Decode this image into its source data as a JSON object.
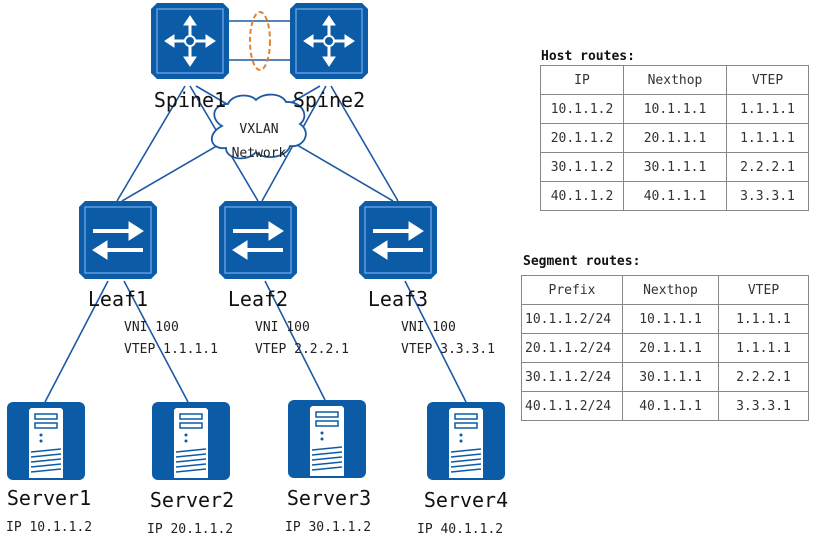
{
  "spines": [
    {
      "name": "Spine1"
    },
    {
      "name": "Spine2"
    }
  ],
  "network": {
    "line1": "VXLAN",
    "line2": "Network"
  },
  "leaves": [
    {
      "name": "Leaf1",
      "vni": "VNI 100",
      "vtep": "VTEP 1.1.1.1"
    },
    {
      "name": "Leaf2",
      "vni": "VNI 100",
      "vtep": "VTEP 2.2.2.1"
    },
    {
      "name": "Leaf3",
      "vni": "VNI 100",
      "vtep": "VTEP 3.3.3.1"
    }
  ],
  "servers": [
    {
      "name": "Server1",
      "ip": "IP 10.1.1.2"
    },
    {
      "name": "Server2",
      "ip": "IP 20.1.1.2"
    },
    {
      "name": "Server3",
      "ip": "IP 30.1.1.2"
    },
    {
      "name": "Server4",
      "ip": "IP 40.1.1.2"
    }
  ],
  "host_routes": {
    "title": "Host routes:",
    "headers": [
      "IP",
      "Nexthop",
      "VTEP"
    ],
    "rows": [
      [
        "10.1.1.2",
        "10.1.1.1",
        "1.1.1.1"
      ],
      [
        "20.1.1.2",
        "20.1.1.1",
        "1.1.1.1"
      ],
      [
        "30.1.1.2",
        "30.1.1.1",
        "2.2.2.1"
      ],
      [
        "40.1.1.2",
        "40.1.1.1",
        "3.3.3.1"
      ]
    ]
  },
  "segment_routes": {
    "title": "Segment routes:",
    "headers": [
      "Prefix",
      "Nexthop",
      "VTEP"
    ],
    "rows": [
      [
        "10.1.1.2/24",
        "10.1.1.1",
        "1.1.1.1"
      ],
      [
        "20.1.1.2/24",
        "20.1.1.1",
        "1.1.1.1"
      ],
      [
        "30.1.1.2/24",
        "30.1.1.1",
        "2.2.2.1"
      ],
      [
        "40.1.1.2/24",
        "40.1.1.1",
        "3.3.3.1"
      ]
    ]
  },
  "colors": {
    "device": "#0c5ba6",
    "link": "#1d5aa3",
    "stack_link": "#e8822a"
  },
  "icons": {
    "spine": "core-switch-icon",
    "leaf": "access-switch-icon",
    "server": "server-icon",
    "network": "cloud-icon"
  }
}
